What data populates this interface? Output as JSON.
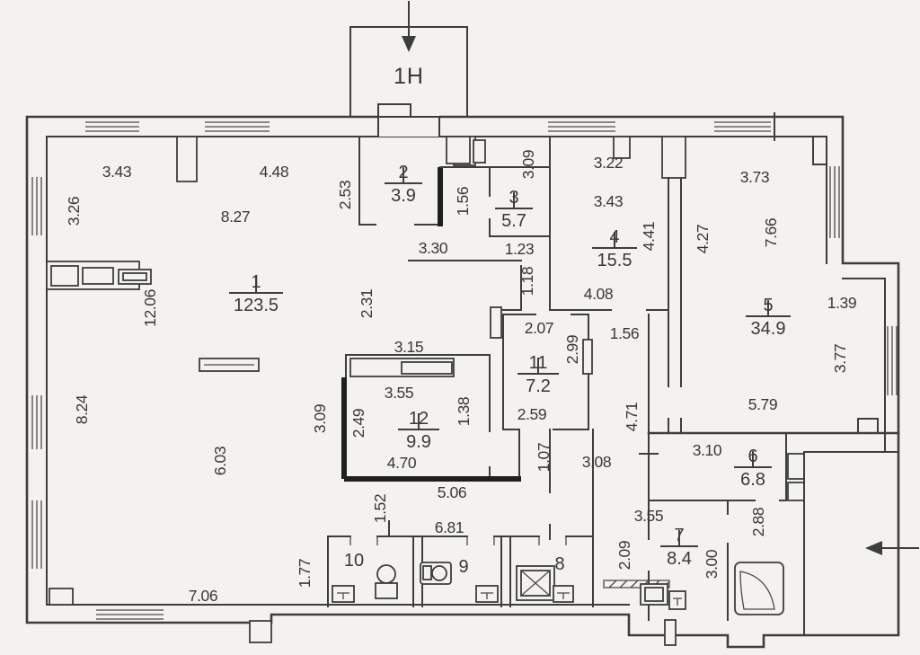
{
  "plan": {
    "entry_label": "1H",
    "colors": {
      "entry": "#d95a55",
      "ink": "#3d3d3d",
      "paper": "#f4f2ee"
    },
    "rooms": [
      {
        "num": "1",
        "area": "123.5"
      },
      {
        "num": "2",
        "area": "3.9"
      },
      {
        "num": "3",
        "area": "5.7"
      },
      {
        "num": "4",
        "area": "15.5"
      },
      {
        "num": "5",
        "area": "34.9"
      },
      {
        "num": "6",
        "area": "6.8"
      },
      {
        "num": "7",
        "area": "8.4"
      },
      {
        "num": "8"
      },
      {
        "num": "9"
      },
      {
        "num": "10"
      },
      {
        "num": "11",
        "area": "7.2"
      },
      {
        "num": "12",
        "area": "9.9"
      }
    ],
    "dims": {
      "top_343": "3.43",
      "top_448": "4.48",
      "left_326": "3.26",
      "room1_827": "8.27",
      "v253": "2.53",
      "h330": "3.30",
      "v156": "1.56",
      "v309_top": "3.09",
      "h123": "1.23",
      "v118": "1.18",
      "h322": "3.22",
      "h343": "3.43",
      "v441": "4.41",
      "v427": "4.27",
      "h373": "3.73",
      "v766": "7.66",
      "h139": "1.39",
      "v377": "3.77",
      "h579": "5.79",
      "h408": "4.08",
      "h156": "1.56",
      "h207": "2.07",
      "v299": "2.99",
      "h259": "2.59",
      "v471": "4.71",
      "v1206": "12.06",
      "v231": "2.31",
      "h315": "3.15",
      "h355": "3.55",
      "v309_mid": "3.09",
      "v249": "2.49",
      "v138": "1.38",
      "h470": "4.70",
      "h506": "5.06",
      "v107": "1.07",
      "h308": "3.08",
      "h310": "3.10",
      "v288": "2.88",
      "h355b": "3.55",
      "v209": "2.09",
      "v300": "3.00",
      "v824": "8.24",
      "v603": "6.03",
      "v152": "1.52",
      "h681": "6.81",
      "v177": "1.77",
      "h706": "7.06"
    }
  }
}
